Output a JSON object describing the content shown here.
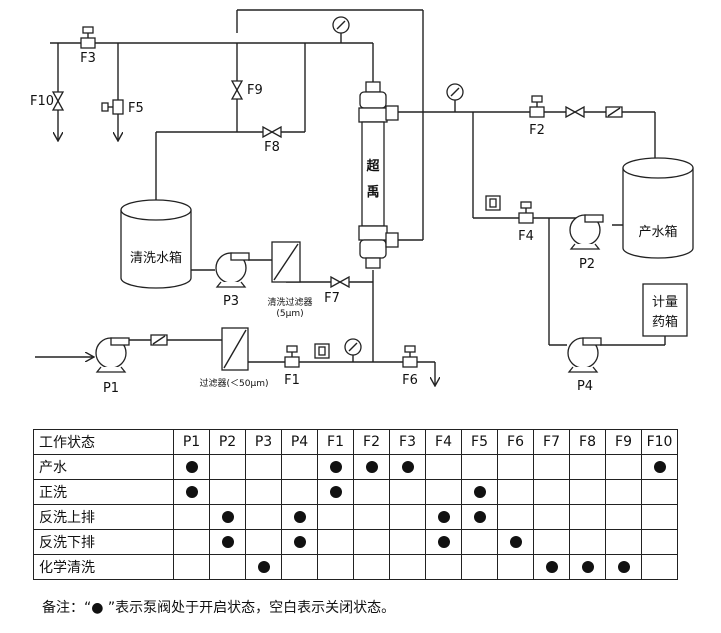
{
  "diagram": {
    "valves": {
      "F1": "F1",
      "F2": "F2",
      "F3": "F3",
      "F4": "F4",
      "F5": "F5",
      "F6": "F6",
      "F7": "F7",
      "F8": "F8",
      "F9": "F9",
      "F10": "F10"
    },
    "pumps": {
      "P1": "P1",
      "P2": "P2",
      "P3": "P3",
      "P4": "P4"
    },
    "module": {
      "line1": "超",
      "line2": "禹"
    },
    "tanks": {
      "cleaning": "清洗水箱",
      "product": "产水箱",
      "dosing_line1": "计量",
      "dosing_line2": "药箱"
    },
    "filters": {
      "cleaning_filter_line1": "清洗过滤器",
      "cleaning_filter_line2": "(5μm)",
      "prefilter": "过滤器(＜50μm)"
    }
  },
  "table": {
    "header": [
      "工作状态",
      "P1",
      "P2",
      "P3",
      "P4",
      "F1",
      "F2",
      "F3",
      "F4",
      "F5",
      "F6",
      "F7",
      "F8",
      "F9",
      "F10"
    ],
    "rows": [
      {
        "state": "产水",
        "on": [
          "P1",
          "F1",
          "F2",
          "F3",
          "F10"
        ]
      },
      {
        "state": "正洗",
        "on": [
          "P1",
          "F1",
          "F5"
        ]
      },
      {
        "state": "反洗上排",
        "on": [
          "P2",
          "P4",
          "F4",
          "F5"
        ]
      },
      {
        "state": "反洗下排",
        "on": [
          "P2",
          "P4",
          "F4",
          "F6"
        ]
      },
      {
        "state": "化学清洗",
        "on": [
          "P3",
          "F7",
          "F8",
          "F9"
        ]
      }
    ]
  },
  "note": "备注：“● ”表示泵阀处于开启状态，空白表示关闭状态。"
}
